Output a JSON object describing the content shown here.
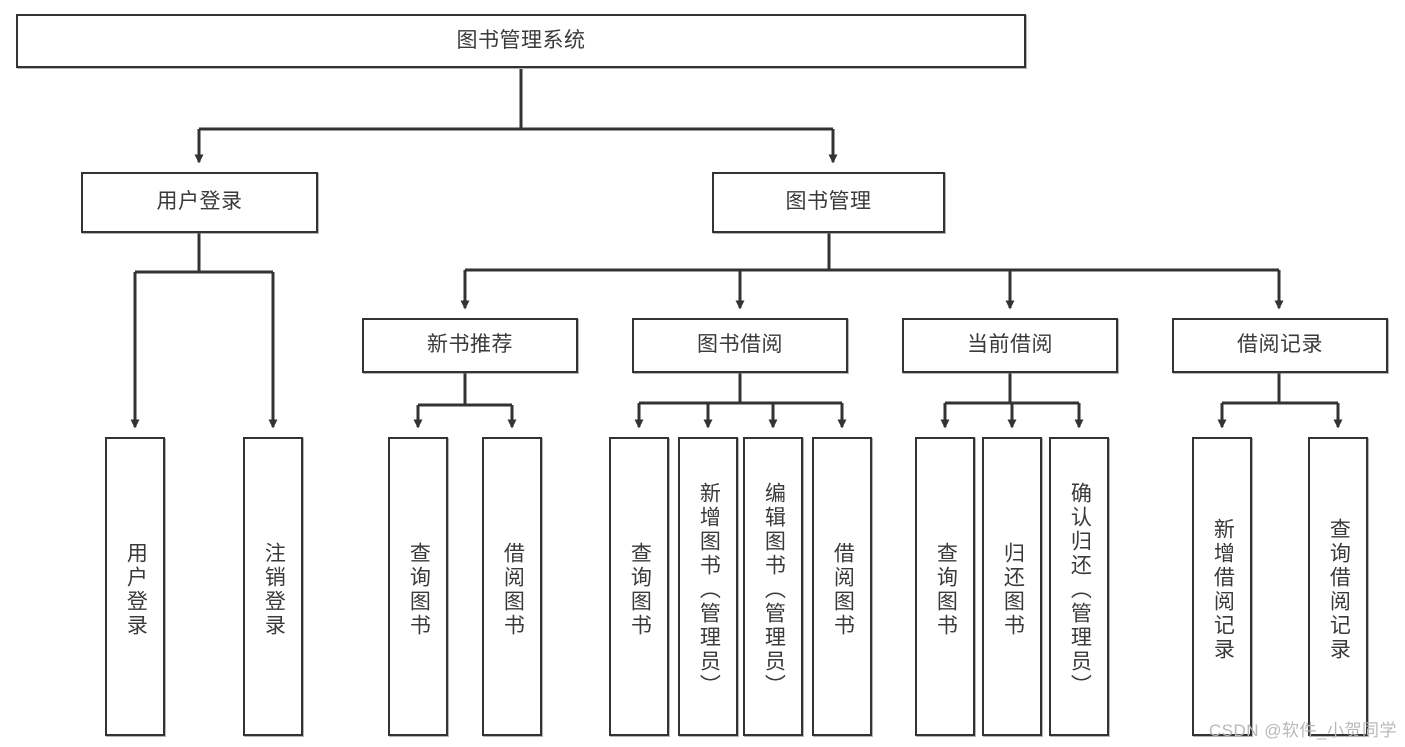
{
  "diagram": {
    "type": "tree-hierarchy-chart",
    "title": "图书管理系统",
    "watermark": "CSDN @软件_小贺同学",
    "colors": {
      "stroke": "#333333",
      "text": "#3a3a3a",
      "background": "#ffffff",
      "watermark": "#b9b9b9"
    },
    "root": {
      "id": "root",
      "label": "图书管理系统"
    },
    "level1": [
      {
        "id": "user-login",
        "label": "用户登录"
      },
      {
        "id": "book-management",
        "label": "图书管理"
      }
    ],
    "level2": [
      {
        "id": "new-book-recommend",
        "label": "新书推荐",
        "parent": "book-management"
      },
      {
        "id": "book-borrow",
        "label": "图书借阅",
        "parent": "book-management"
      },
      {
        "id": "current-borrow",
        "label": "当前借阅",
        "parent": "book-management"
      },
      {
        "id": "borrow-record",
        "label": "借阅记录",
        "parent": "book-management"
      }
    ],
    "leaves": [
      {
        "id": "leaf-user-login",
        "label": "用户登录",
        "parent": "user-login"
      },
      {
        "id": "leaf-logout-login",
        "label": "注销登录",
        "parent": "user-login"
      },
      {
        "id": "leaf-query-book-1",
        "label": "查询图书",
        "parent": "new-book-recommend"
      },
      {
        "id": "leaf-borrow-book-1",
        "label": "借阅图书",
        "parent": "new-book-recommend"
      },
      {
        "id": "leaf-query-book-2",
        "label": "查询图书",
        "parent": "book-borrow"
      },
      {
        "id": "leaf-add-book",
        "label": "新增图书（管理员）",
        "parent": "book-borrow"
      },
      {
        "id": "leaf-edit-book",
        "label": "编辑图书（管理员）",
        "parent": "book-borrow"
      },
      {
        "id": "leaf-borrow-book-2",
        "label": "借阅图书",
        "parent": "book-borrow"
      },
      {
        "id": "leaf-query-book-3",
        "label": "查询图书",
        "parent": "current-borrow"
      },
      {
        "id": "leaf-return-book",
        "label": "归还图书",
        "parent": "current-borrow"
      },
      {
        "id": "leaf-confirm-return",
        "label": "确认归还（管理员）",
        "parent": "current-borrow"
      },
      {
        "id": "leaf-add-record",
        "label": "新增借阅记录",
        "parent": "borrow-record"
      },
      {
        "id": "leaf-query-record",
        "label": "查询借阅记录",
        "parent": "borrow-record"
      }
    ]
  }
}
